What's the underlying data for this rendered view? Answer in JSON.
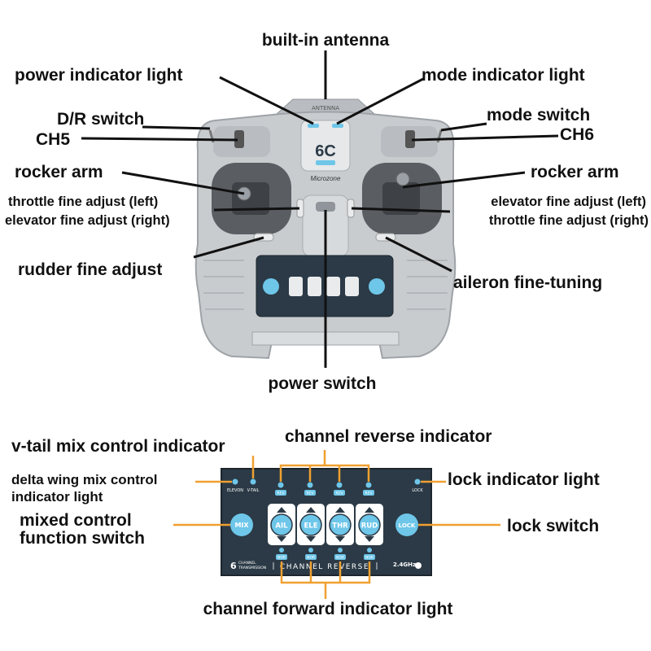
{
  "colors": {
    "body": "#c9cccf",
    "body_dark": "#9ea3a8",
    "panel": "#2b3a46",
    "accent": "#6ec6e9",
    "leader_black": "#111111",
    "leader_orange": "#f0a030"
  },
  "top_labels": {
    "antenna": "built-in antenna",
    "power_light": "power indicator light",
    "mode_light": "mode indicator light",
    "dr_switch": "D/R switch",
    "ch5": "CH5",
    "mode_switch": "mode switch",
    "ch6": "CH6",
    "rocker_left": "rocker arm",
    "rocker_right": "rocker arm",
    "throttle_fine_left": "throttle fine adjust (left)",
    "elevator_fine_right": "elevator fine adjust (right)",
    "elevator_fine_left": "elevator fine adjust (left)",
    "throttle_fine_right": "throttle fine adjust (right)",
    "rudder_fine": "rudder fine adjust",
    "aileron_fine": "aileron fine-tuning",
    "power_switch": "power switch"
  },
  "device": {
    "antenna_text": "ANTENNA",
    "model": "6C",
    "brand": "Microzone"
  },
  "panel": {
    "indicator_elevon": "ELEVON",
    "indicator_vtail": "V-TAIL",
    "indicator_lock": "LOCK",
    "rev_labels": [
      "REV",
      "REV",
      "REV",
      "REV"
    ],
    "nor_labels": [
      "NOR",
      "NOR",
      "NOR",
      "NOR"
    ],
    "mix_button": "MIX",
    "lock_button": "LOCK",
    "channels": [
      "AIL",
      "ELE",
      "THR",
      "RUD"
    ],
    "footer_title": "CHANNEL REVERSE",
    "footer_count": "6",
    "footer_sub1": "CHANNEL",
    "footer_sub2": "TRANSMISSION",
    "footer_freq": "2.4GHz"
  },
  "bottom_labels": {
    "vtail": "v-tail mix control indicator",
    "channel_reverse": "channel reverse indicator",
    "delta_line1": "delta wing mix control",
    "delta_line2": "indicator light",
    "lock_light": "lock indicator light",
    "mixed_line1": "mixed control",
    "mixed_line2": "function switch",
    "lock_switch": "lock switch",
    "channel_forward": "channel forward indicator light"
  }
}
